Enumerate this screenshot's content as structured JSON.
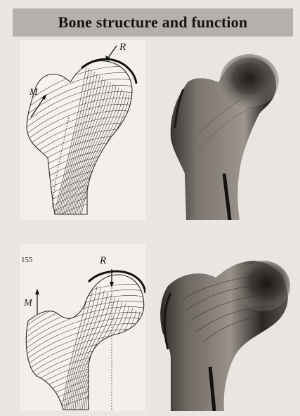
{
  "header": {
    "title": "Bone structure and function"
  },
  "figure_top": {
    "load_label": "R",
    "muscle_label": "M"
  },
  "figure_bottom": {
    "figure_number": "155",
    "load_label": "R",
    "muscle_label": "M"
  },
  "colors": {
    "banner": "#b3b0ad",
    "page": "#eae6e1",
    "ink": "#1c1a18"
  }
}
